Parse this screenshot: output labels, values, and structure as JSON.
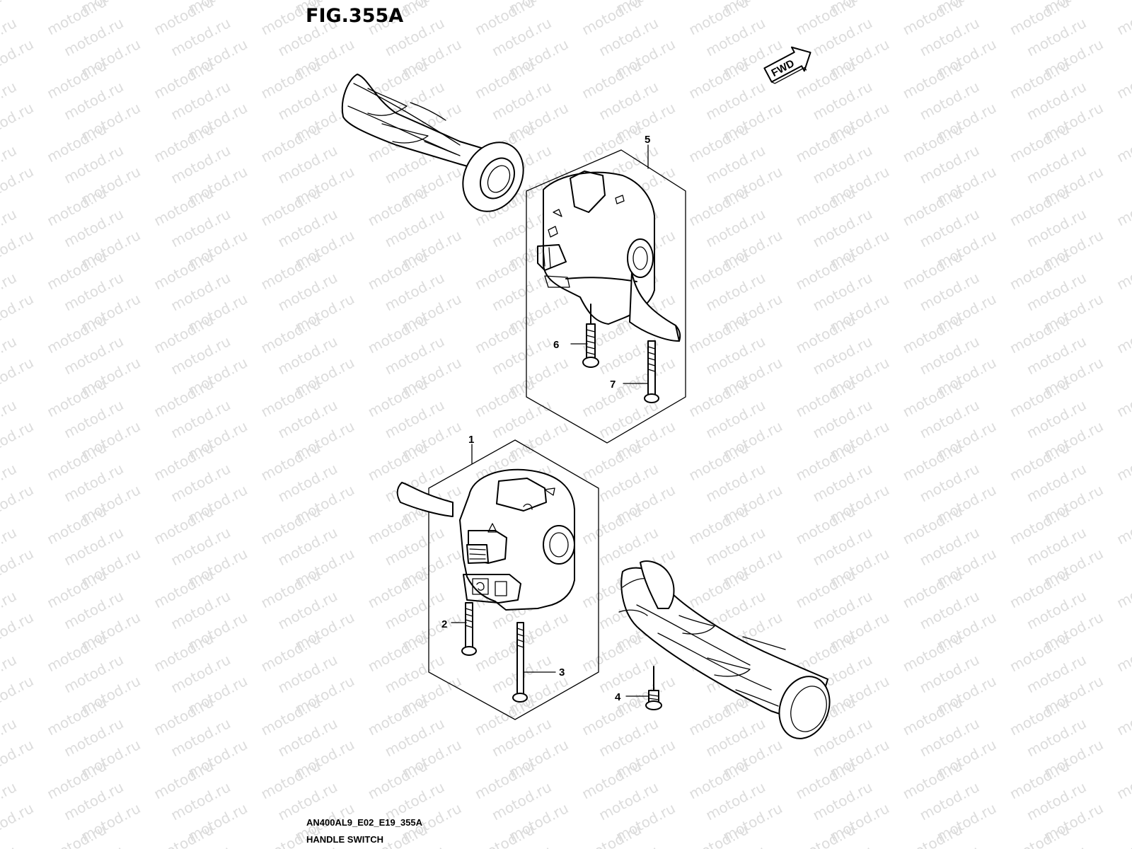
{
  "figure_title": "FIG.355A",
  "direction_marker": {
    "label": "FWD",
    "icon": "forward-arrow-icon"
  },
  "watermark_text": "motod.ru",
  "callouts": [
    {
      "id": "callout-1",
      "label": "1"
    },
    {
      "id": "callout-2",
      "label": "2"
    },
    {
      "id": "callout-3",
      "label": "3"
    },
    {
      "id": "callout-4",
      "label": "4"
    },
    {
      "id": "callout-5",
      "label": "5"
    },
    {
      "id": "callout-6",
      "label": "6"
    },
    {
      "id": "callout-7",
      "label": "7"
    }
  ],
  "footer": {
    "code": "AN400AL9_E02_E19_355A",
    "caption": "HANDLE SWITCH"
  }
}
